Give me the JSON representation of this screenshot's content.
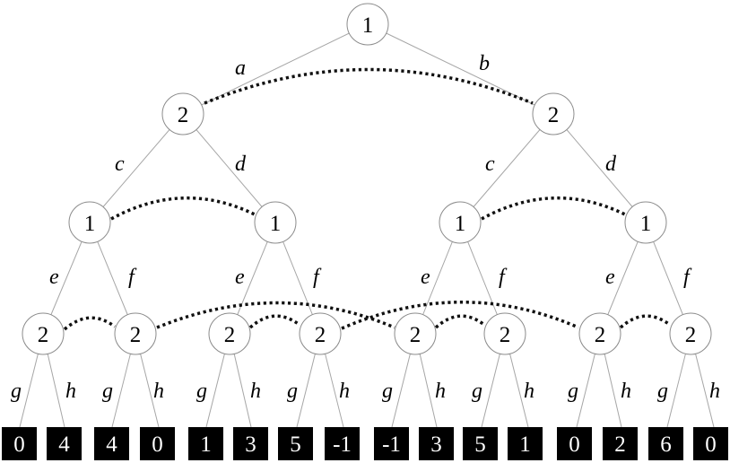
{
  "root": {
    "label": "1",
    "left_action": "a",
    "right_action": "b"
  },
  "level2": [
    {
      "label": "2",
      "left_action": "c",
      "right_action": "d"
    },
    {
      "label": "2",
      "left_action": "c",
      "right_action": "d"
    }
  ],
  "level3": [
    {
      "label": "1",
      "left_action": "e",
      "right_action": "f"
    },
    {
      "label": "1",
      "left_action": "e",
      "right_action": "f"
    },
    {
      "label": "1",
      "left_action": "e",
      "right_action": "f"
    },
    {
      "label": "1",
      "left_action": "e",
      "right_action": "f"
    }
  ],
  "level4": [
    {
      "label": "2",
      "left_action": "g",
      "right_action": "h"
    },
    {
      "label": "2",
      "left_action": "g",
      "right_action": "h"
    },
    {
      "label": "2",
      "left_action": "g",
      "right_action": "h"
    },
    {
      "label": "2",
      "left_action": "g",
      "right_action": "h"
    },
    {
      "label": "2",
      "left_action": "g",
      "right_action": "h"
    },
    {
      "label": "2",
      "left_action": "g",
      "right_action": "h"
    },
    {
      "label": "2",
      "left_action": "g",
      "right_action": "h"
    },
    {
      "label": "2",
      "left_action": "g",
      "right_action": "h"
    }
  ],
  "leaves": [
    "0",
    "4",
    "4",
    "0",
    "1",
    "3",
    "5",
    "-1",
    "-1",
    "3",
    "5",
    "1",
    "0",
    "2",
    "6",
    "0"
  ],
  "colors": {
    "edge": "#a6a6a6",
    "info_set": "#111111",
    "leaf_fill": "#000000",
    "leaf_text": "#ffffff"
  }
}
